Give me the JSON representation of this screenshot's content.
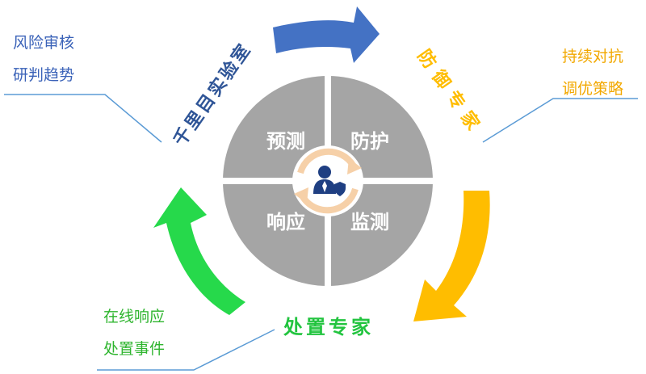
{
  "quadrants": {
    "top_left": "预测",
    "top_right": "防护",
    "bottom_left": "响应",
    "bottom_right": "监测"
  },
  "experts": {
    "blue": "千里目实验室",
    "orange": "防御专家",
    "green": "处置专家"
  },
  "notes": {
    "blue": [
      "风险审核",
      "研判趋势"
    ],
    "orange": [
      "持续对抗",
      "调优策略"
    ],
    "green": [
      "在线响应",
      "处置事件"
    ]
  },
  "colors": {
    "blue": "#4472c4",
    "orange": "#ffbd00",
    "green": "#26d94b",
    "quadrant": "#a5a5a5",
    "note_line": "#5b9bd5"
  },
  "center_icon": "security-analyst-icon"
}
